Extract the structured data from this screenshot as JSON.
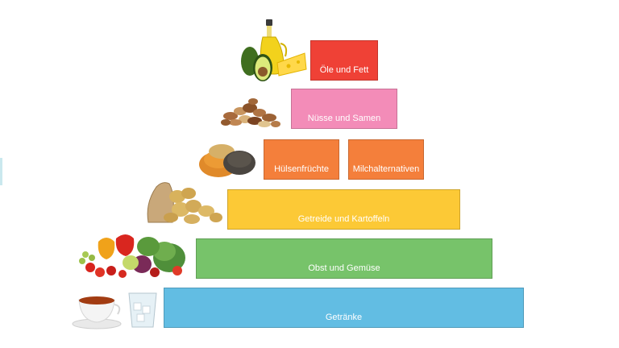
{
  "pyramid": {
    "levels": [
      {
        "id": "oele",
        "label": "Öle und Fett",
        "color": "#ef4136",
        "icon": "oil-cheese-avocado-icon"
      },
      {
        "id": "nuesse",
        "label": "Nüsse und Samen",
        "color": "#f38cb8",
        "icon": "nuts-icon"
      },
      {
        "id": "huelsen",
        "label": "Hülsenfrüchte",
        "color": "#f47f3b",
        "icon": "lentils-icon"
      },
      {
        "id": "milch",
        "label": "Milchalternativen",
        "color": "#f47f3b"
      },
      {
        "id": "getreide",
        "label": "Getreide und Kartoffeln",
        "color": "#fcc936",
        "icon": "potatoes-icon"
      },
      {
        "id": "obst",
        "label": "Obst und Gemüse",
        "color": "#77c36a",
        "icon": "vegetables-icon"
      },
      {
        "id": "getraenke",
        "label": "Getränke",
        "color": "#62bde3",
        "icon": "tea-water-icon"
      }
    ]
  }
}
